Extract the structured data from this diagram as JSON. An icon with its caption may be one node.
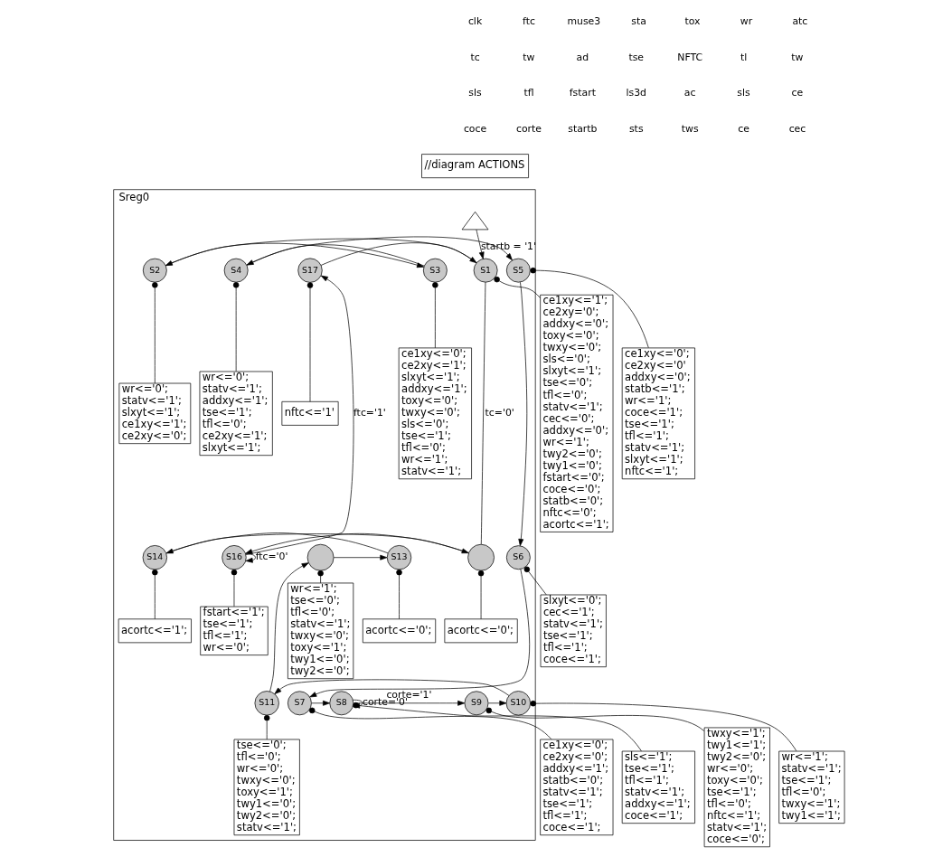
{
  "diagram": {
    "nodes": [
      {
        "text": [
          "//diagram ACTIONS"
        ]
      },
      {
        "text": [
          "Sreg0"
        ]
      },
      {
        "text": [],
        "shape": "triangle",
        "in": 1
      },
      {
        "text": [
          "nftc<='1'"
        ],
        "in": 1
      },
      {
        "text": [
          "S17"
        ],
        "in": 1
      },
      {
        "text": [
          "S1"
        ],
        "in": 1
      },
      {
        "text": [
          "S2"
        ],
        "in": 1
      },
      {
        "text": [
          "wr<='0';",
          "statv<='1';",
          "slxyt<='1';",
          "ce1xy<='1';",
          "ce2xy<='0';"
        ],
        "in": 1
      },
      {
        "text": [
          "S3"
        ],
        "in": 1
      },
      {
        "text": [
          "ce1xy<='0';",
          "ce2xy<='1';",
          "slxyt<='1';",
          "addxy<='1';",
          "toxy<='0';",
          "twxy<='0';",
          "sls<='0';",
          "tse<='1';",
          "tfl<='0';",
          "wr<='1';",
          "statv<='1';"
        ],
        "in": 1
      },
      {
        "text": [
          "S4"
        ],
        "in": 1
      },
      {
        "text": [
          "wr<='0';",
          "statv<='1';",
          "addxy<='1';",
          "tse<='1';",
          "tfl<='0';",
          "ce2xy<='1';",
          "slxyt<='1';"
        ],
        "in": 1
      },
      {
        "text": [
          "S5"
        ],
        "in": 1
      },
      {
        "text": [
          "ce1xy<='0';",
          "ce2xy<='0'",
          "addxy<='0';",
          "statb<='1';",
          "wr<='1';",
          "coce<='1';",
          "tse<='1';",
          "tfl<='1';",
          "statv<='1';",
          "slxyt<='1';",
          "nftc<='1';"
        ]
      },
      {
        "text": [
          "S6"
        ],
        "in": 1
      },
      {
        "text": [
          "slxyt<='0';",
          "cec<='1';",
          "statv<='1';",
          "tse<='1';",
          "tfl<='1';",
          "coce<='1';"
        ]
      },
      {
        "text": [
          "S7"
        ],
        "in": 1
      },
      {
        "text": [
          "ce1xy<='0';",
          "ce2xy<='0';",
          "addxy<='1';",
          "statb<='0';",
          "statv<='1';",
          "tse<='1';",
          "tfl<='1';",
          "coce<='1';"
        ]
      },
      {
        "text": [
          "S8"
        ],
        "in": 1
      },
      {
        "text": [
          "sls<='1';",
          "tse<='1';",
          "tfl<='1';",
          "statv<='1';",
          "addxy<='1';",
          "coce<='1';"
        ]
      },
      {
        "text": [
          "S9"
        ],
        "in": 1
      },
      {
        "text": [
          "twxy<='1';",
          "twy1<='1';",
          "twy2<='0';",
          "wr<='0';",
          "toxy<='0';",
          "tse<='1';",
          "tfl<='0';",
          "nftc<='1';",
          "statv<='1';",
          "coce<='0';"
        ]
      },
      {
        "text": [
          "S10"
        ],
        "in": 1
      },
      {
        "text": [
          "wr<='1';",
          "statv<='1';",
          "tse<='1';",
          "tfl<='0';",
          "twxy<='1';",
          "twy1<='1';"
        ]
      },
      {
        "text": [
          "S11"
        ],
        "in": 1
      },
      {
        "text": [
          "tse<='0';",
          "tfl<='0';",
          "wr<='0';",
          "twxy<='0';",
          "toxy<='1';",
          "twy1<='0';",
          "twy2<='0';",
          "statv<='1';"
        ],
        "in": 1
      },
      {
        "text": [],
        "shape": "circle",
        "in": 1
      },
      {
        "text": [
          "wr<='1';",
          "tse<='0';",
          "tfl<='0';",
          "statv<='1';",
          "twxy<='0';",
          "toxy<='1';",
          "twy1<='0';",
          "twy2<='0';"
        ],
        "in": 1
      },
      {
        "text": [
          "S13"
        ],
        "in": 1
      },
      {
        "text": [
          "acortc<='0';"
        ],
        "in": 1
      },
      {
        "text": [
          "S14"
        ],
        "in": 1
      },
      {
        "text": [
          "acortc<='1';"
        ],
        "in": 1
      },
      {
        "text": [],
        "shape": "circle",
        "in": 1
      },
      {
        "text": [
          "acortc<='0';"
        ],
        "in": 1
      },
      {
        "text": [
          "S16"
        ],
        "in": 1
      },
      {
        "text": [
          "fstart<='1';",
          "tse<='1';",
          "tfl<='1';",
          "wr<='0';"
        ],
        "in": 1
      },
      {
        "text": [
          "ce1xy<='1';",
          "ce2xy='0';",
          "addxy<='0';",
          "toxy<='0';",
          "twxy<='0';",
          "sls<='0';",
          "slxyt<='1';",
          "tse<='0';",
          "tfl<='0';",
          "statv<='1';",
          "cec<='0';",
          "addxy<='0';",
          "wr<='1';",
          "twy2<='0';",
          "twy1<='0';",
          "fstart<='0';",
          "coce<='0';",
          "statb<='0';",
          "nftc<='0';",
          "acortc<='1';"
        ]
      }
    ],
    "edges": [
      {
        "from": 2,
        "to": 5,
        "arrow": "to",
        "label": "startb = '1'"
      },
      {
        "from": 4,
        "to": 5,
        "arrow": "to"
      },
      {
        "from": 5,
        "to": 6,
        "arrow": "to"
      },
      {
        "from": 6,
        "to": 8,
        "arrow": "to"
      },
      {
        "from": 8,
        "to": 10,
        "arrow": "to"
      },
      {
        "from": 10,
        "to": 12,
        "arrow": "to"
      },
      {
        "from": 12,
        "to": 14,
        "arrow": "to"
      },
      {
        "from": 14,
        "to": 16,
        "arrow": "to"
      },
      {
        "from": 16,
        "to": 18,
        "arrow": "to"
      },
      {
        "from": 18,
        "to": 18,
        "arrow": "to",
        "label": "corte='0'"
      },
      {
        "from": 18,
        "to": 20,
        "arrow": "to",
        "label": "corte='1'"
      },
      {
        "from": 20,
        "to": 22,
        "arrow": "to"
      },
      {
        "from": 22,
        "to": 24,
        "arrow": "to"
      },
      {
        "from": 24,
        "to": 26,
        "arrow": "to"
      },
      {
        "from": 26,
        "to": 28,
        "arrow": "to"
      },
      {
        "from": 28,
        "to": 30,
        "arrow": "to"
      },
      {
        "from": 30,
        "to": 32,
        "arrow": "to"
      },
      {
        "from": 32,
        "to": 34,
        "arrow": "to"
      },
      {
        "from": 34,
        "to": 34,
        "arrow": "to",
        "label": "ftc='0'"
      },
      {
        "from": 34,
        "to": 4,
        "arrow": "to",
        "label": "ftc='1'"
      },
      {
        "from": 5,
        "to": 32,
        "arrow": "none",
        "label": "tc='0'"
      },
      {
        "from": 4,
        "to": 3,
        "arrow": "other"
      },
      {
        "from": 5,
        "to": 36,
        "arrow": "other"
      },
      {
        "from": 6,
        "to": 7,
        "arrow": "other"
      },
      {
        "from": 8,
        "to": 9,
        "arrow": "other"
      },
      {
        "from": 10,
        "to": 11,
        "arrow": "other"
      },
      {
        "from": 12,
        "to": 13,
        "arrow": "other"
      },
      {
        "from": 14,
        "to": 15,
        "arrow": "other"
      },
      {
        "from": 16,
        "to": 17,
        "arrow": "other"
      },
      {
        "from": 18,
        "to": 19,
        "arrow": "other"
      },
      {
        "from": 20,
        "to": 21,
        "arrow": "other"
      },
      {
        "from": 22,
        "to": 23,
        "arrow": "other"
      },
      {
        "from": 24,
        "to": 25,
        "arrow": "other"
      },
      {
        "from": 26,
        "to": 27,
        "arrow": "other"
      },
      {
        "from": 28,
        "to": 29,
        "arrow": "other"
      },
      {
        "from": 30,
        "to": 31,
        "arrow": "other"
      },
      {
        "from": 32,
        "to": 33,
        "arrow": "other"
      },
      {
        "from": 34,
        "to": 35,
        "arrow": "other"
      }
    ],
    "labels": [
      "clk",
      "ftc",
      "muse3",
      "sta",
      "tox",
      "wr",
      "atc",
      "tc",
      "tw",
      "ad",
      "tse",
      "NFTC",
      "tl",
      "tw",
      "sls",
      "tfl",
      "fstart",
      "ls3d",
      "ac",
      "sls",
      "ce",
      "coce",
      "corte",
      "startb",
      "sts",
      "tws",
      "ce",
      "cec"
    ]
  }
}
